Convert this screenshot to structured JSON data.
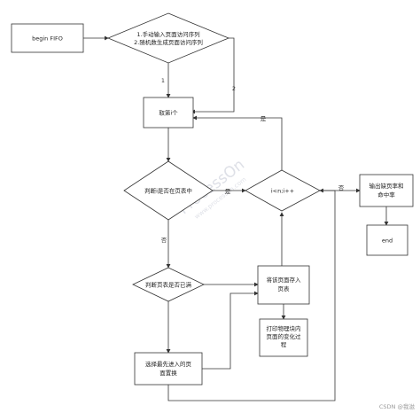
{
  "diagram": {
    "nodes": {
      "begin": "begin FIFO",
      "input_choice": [
        "1.手动输入页面访问序列",
        "2.随机数生成页面访问序列"
      ],
      "take_page": "取第i个",
      "in_table": "判断i是否在页表中",
      "loop": "i<n;i++",
      "table_full": "判断页表是否已满",
      "store_page": [
        "将该页面存入",
        "页表"
      ],
      "print_blocks": [
        "打印物理块内",
        "页面的变化过",
        "程"
      ],
      "replace_first": [
        "选择最先进入的页",
        "面置换"
      ],
      "output_rate": [
        "输出缺页率和",
        "命中率"
      ],
      "end": "end"
    },
    "edge_labels": {
      "choice_1": "1",
      "choice_2": "2",
      "yes_loop": "是",
      "yes_in_table": "是",
      "no_in_table": "否",
      "no_loop": "否"
    }
  },
  "watermark": [
    "ProcessOn",
    "www.processon.com"
  ],
  "credit": "CSDN @我滋"
}
